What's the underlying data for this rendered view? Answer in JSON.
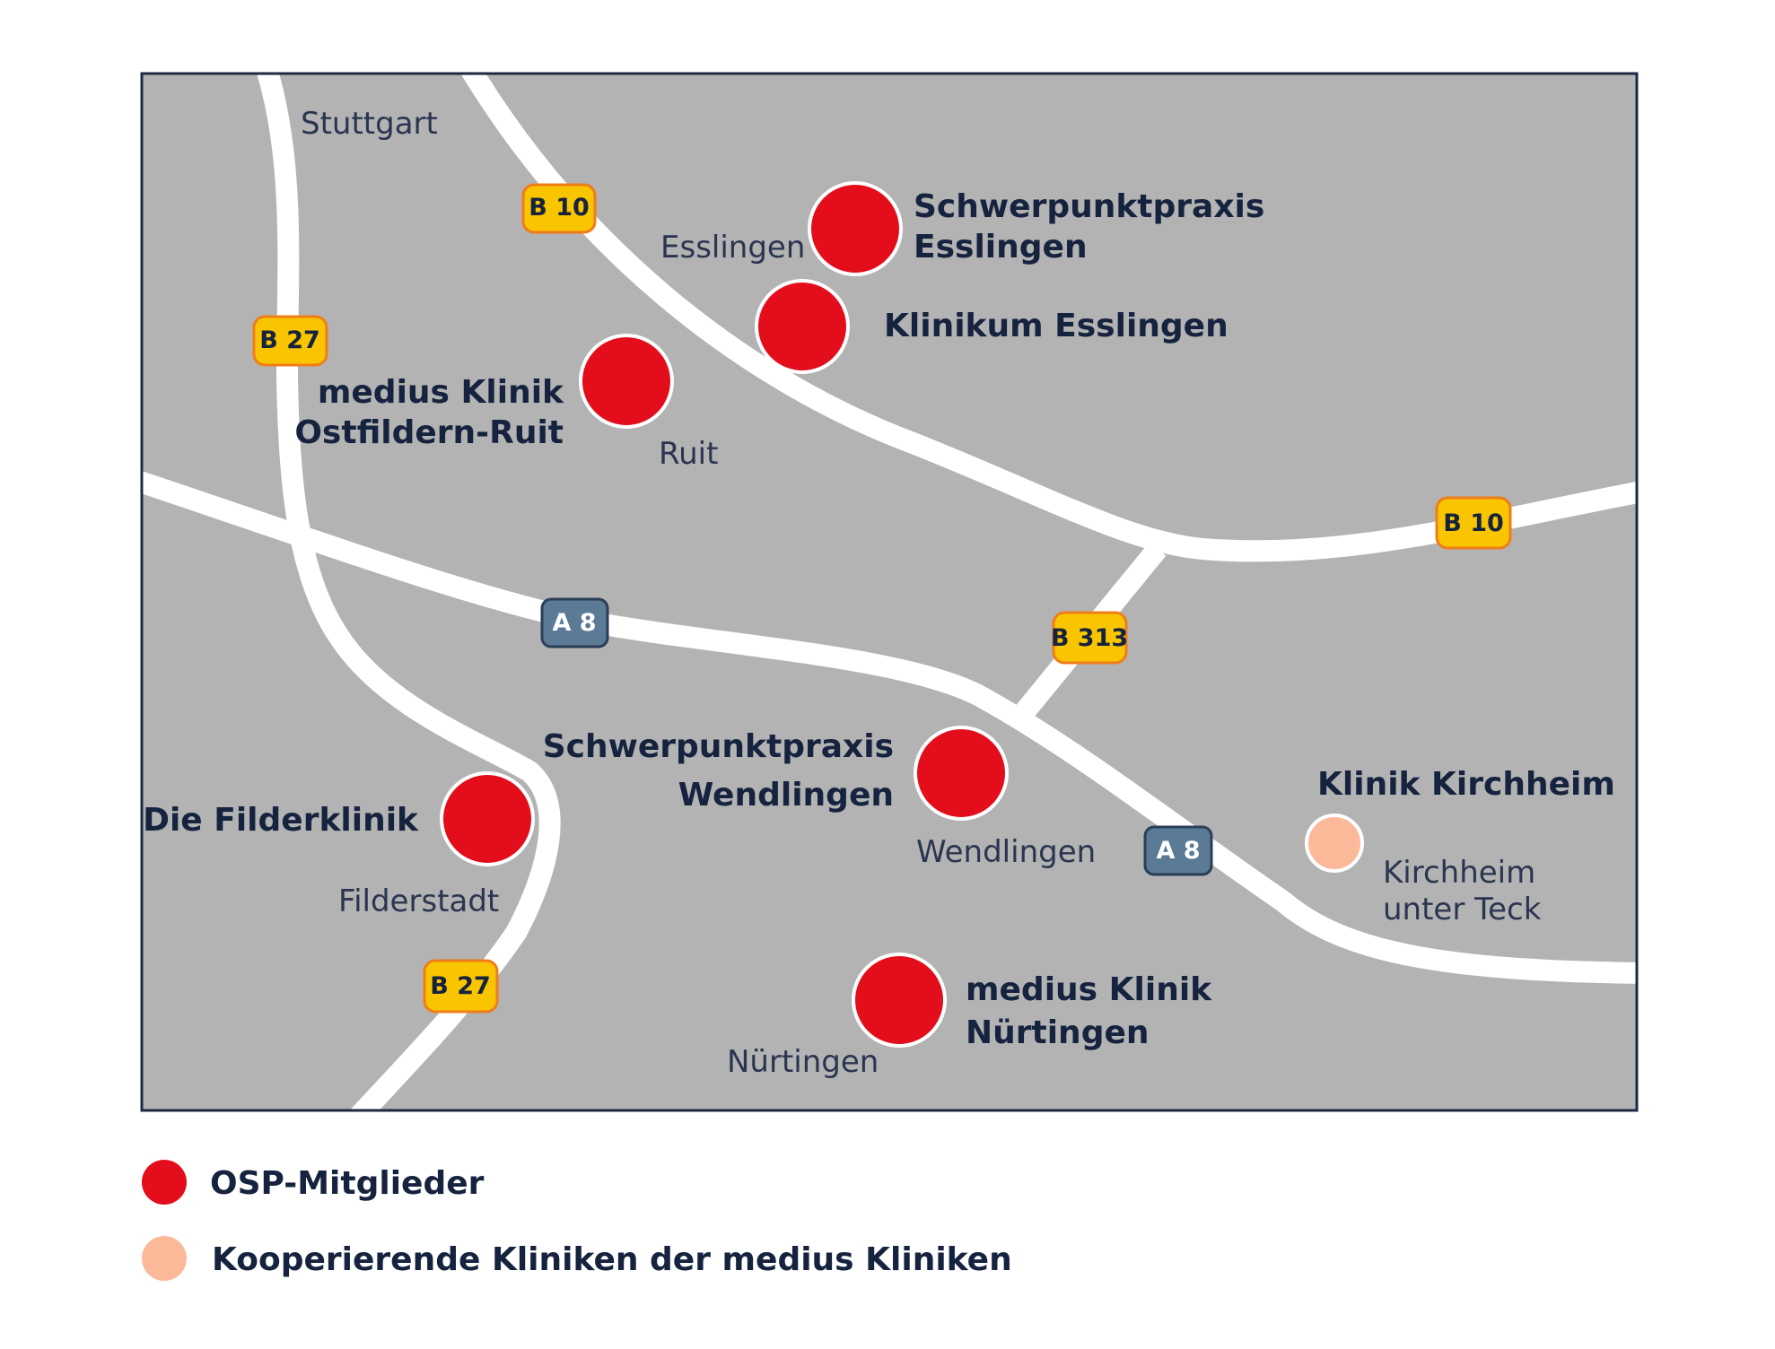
{
  "colors": {
    "map_background": "#b3b3b3",
    "road": "#ffffff",
    "frame": "#1c2a44",
    "osp_member": "#e30d1b",
    "cooperating_clinic": "#fbb99a",
    "federal_road_badge": "#f9c500",
    "federal_road_badge_border": "#ef7d1a",
    "autobahn_badge": "#5a7a96"
  },
  "cities": {
    "stuttgart": "Stuttgart",
    "esslingen": "Esslingen",
    "ruit": "Ruit",
    "filderstadt": "Filderstadt",
    "wendlingen": "Wendlingen",
    "kirchheim_line1": "Kirchheim",
    "kirchheim_line2": "unter Teck",
    "nuertingen": "Nürtingen"
  },
  "clinics": {
    "schwerpunkt_esslingen_line1": "Schwerpunktpraxis",
    "schwerpunkt_esslingen_line2": "Esslingen",
    "klinikum_esslingen": "Klinikum Esslingen",
    "medius_ruit_line1": "medius Klinik",
    "medius_ruit_line2": "Ostfildern-Ruit",
    "filderklinik": "Die Filderklinik",
    "schwerpunkt_wendlingen_line1": "Schwerpunktpraxis",
    "schwerpunkt_wendlingen_line2": "Wendlingen",
    "klinik_kirchheim": "Klinik Kirchheim",
    "medius_nuertingen_line1": "medius Klinik",
    "medius_nuertingen_line2": "Nürtingen"
  },
  "road_badges": {
    "b10_top": "B 10",
    "b27_top": "B 27",
    "b10_right": "B 10",
    "a8_left": "A 8",
    "b313": "B 313",
    "a8_right": "A 8",
    "b27_bottom": "B 27"
  },
  "legend": {
    "osp_members": "OSP-Mitglieder",
    "cooperating": "Kooperierende Kliniken der medius Kliniken"
  }
}
